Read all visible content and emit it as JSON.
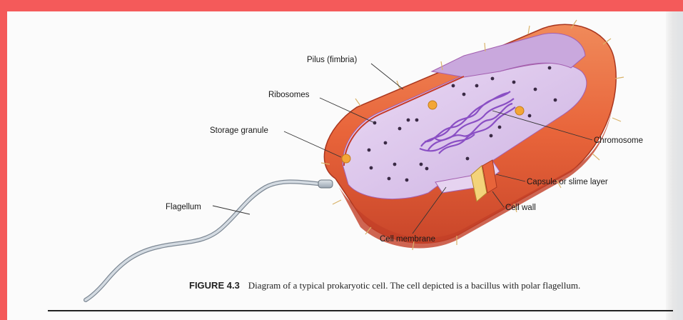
{
  "labels": {
    "pilus": "Pilus (fimbria)",
    "ribosomes": "Ribosomes",
    "storage_granule": "Storage granule",
    "flagellum": "Flagellum",
    "chromosome": "Chromosome",
    "capsule": "Capsule or slime layer",
    "cell_wall": "Cell wall",
    "cell_membrane": "Cell membrane"
  },
  "caption": {
    "number": "FIGURE 4.3",
    "text": "Diagram of a typical prokaryotic cell. The cell depicted is a bacillus with polar flagellum."
  },
  "colors": {
    "frame": "#f45a5a",
    "capsule": "#e8643a",
    "cytoplasm": "#dcc7ec",
    "chromosome": "#8a4fc4",
    "ribosome": "#3a2a45",
    "granule": "#f3a636",
    "flagellum": "#b9c2cc"
  }
}
